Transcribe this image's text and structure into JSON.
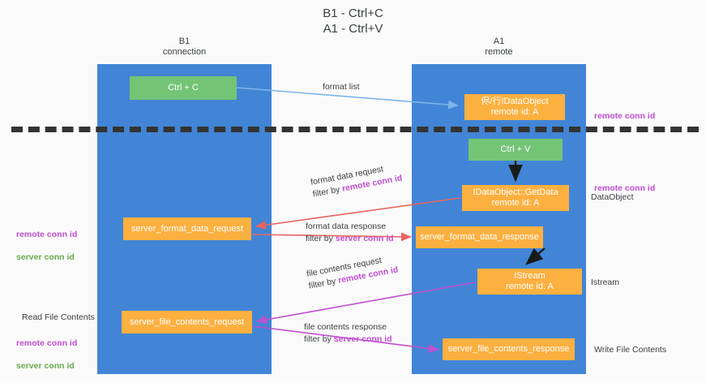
{
  "title": "B1 - Ctrl+C\nA1 - Ctrl+V",
  "lanes": [
    {
      "id": "b1",
      "header": "B1\nconnection"
    },
    {
      "id": "a1",
      "header": "A1\nremote"
    }
  ],
  "nodes": {
    "ctrl_c": "Ctrl + C",
    "idataobject": "侭/行IDataObject\nremote id: A",
    "ctrl_v": "Ctrl + V",
    "getdata": "IDataObject::GetData\nremote id: A",
    "server_format_data_request": "server_format_data_request",
    "server_format_data_response": "server_format_data_response",
    "istream": "IStream\nremote id: A",
    "server_file_contents_request": "server_file_contents_request",
    "server_file_contents_response": "server_file_contents_response"
  },
  "edge_labels": {
    "format_list": "format list",
    "format_data_request": "format data request",
    "format_data_request_filter_prefix": "filter by ",
    "format_data_request_filter_key": "remote conn id",
    "format_data_response": "format data response",
    "format_data_response_filter_prefix": "filter by ",
    "format_data_response_filter_key": "server conn id",
    "file_contents_request": "file contents request",
    "file_contents_request_filter_prefix": "filter by ",
    "file_contents_request_filter_key": "remote conn id",
    "file_contents_response": "file contents response",
    "file_contents_response_filter_prefix": "filter by ",
    "file_contents_response_filter_key": "server conn id"
  },
  "side_notes": {
    "right_remote_conn_id_top": "remote conn id",
    "right_remote_conn_id_mid": "remote conn id",
    "right_dataobject": "DataObject",
    "right_istream": "Istream",
    "right_write_file_contents": "Write File Contents",
    "left_remote_conn_id_mid": "remote conn id",
    "left_server_conn_id_mid": "server conn id",
    "left_read_file_contents": "Read File Contents",
    "left_remote_conn_id_bottom": "remote conn id",
    "left_server_conn_id_bottom": "server conn id"
  },
  "colors": {
    "lane_blue": "#4285d6",
    "node_green": "#74c476",
    "node_orange": "#fbb040",
    "highlight_purple": "#c04fd0",
    "highlight_green": "#6aa84f",
    "arrow_blue": "#7cb5e8",
    "arrow_red": "#e8645f",
    "arrow_magenta": "#c04fd0",
    "arrow_black": "#1a1a1a",
    "background": "#fafafa"
  }
}
